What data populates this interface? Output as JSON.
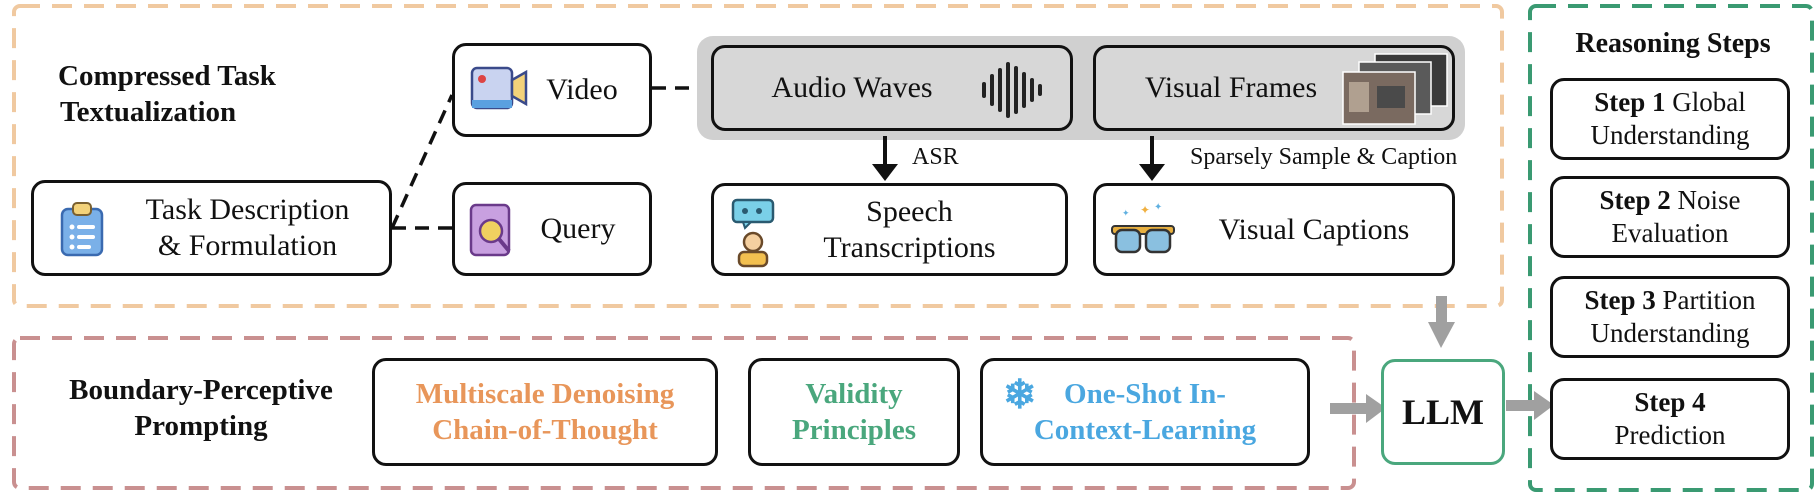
{
  "sections": {
    "compression_title_line1": "Compressed Task",
    "compression_title_line2": "Textualization",
    "prompting_title_line1": "Boundary-Perceptive",
    "prompting_title_line2": "Prompting",
    "reasoning_title": "Reasoning Steps"
  },
  "nodes": {
    "video": "Video",
    "query": "Query",
    "task_line1": "Task Description",
    "task_line2": "& Formulation",
    "audio_waves": "Audio Waves",
    "visual_frames": "Visual Frames",
    "speech_line1": "Speech",
    "speech_line2": "Transcriptions",
    "visual_captions": "Visual Captions",
    "llm": "LLM"
  },
  "edge_labels": {
    "asr": "ASR",
    "sample_caption": "Sparsely Sample & Caption"
  },
  "prompts": {
    "denoising_line1": "Multiscale Denoising",
    "denoising_line2": "Chain-of-Thought",
    "validity_line1": "Validity",
    "validity_line2": "Principles",
    "oneshot_line1": "One-Shot In-",
    "oneshot_line2": "Context-Learning"
  },
  "steps": [
    {
      "bold": "Step 1",
      "rest": "Global",
      "line2": "Understanding"
    },
    {
      "bold": "Step 2",
      "rest": "Noise",
      "line2": "Evaluation"
    },
    {
      "bold": "Step 3",
      "rest": "Partition",
      "line2": "Understanding"
    },
    {
      "bold": "Step 4",
      "rest": "",
      "line2": "Prediction"
    }
  ],
  "colors": {
    "compression_border": "#f0c9a0",
    "prompting_border": "#c99090",
    "reasoning_border": "#3a9a72",
    "denoising": "#e8965a",
    "validity": "#4aa77d",
    "oneshot": "#4aa7e0",
    "gray_panel": "#d0d0d0",
    "arrow_gray": "#a0a0a0"
  },
  "icons": [
    "video-camera-icon",
    "clipboard-icon",
    "query-document-icon",
    "audio-wave-icon",
    "video-frames-icon",
    "speaker-chat-icon",
    "glasses-icon",
    "snowflake-icon"
  ]
}
